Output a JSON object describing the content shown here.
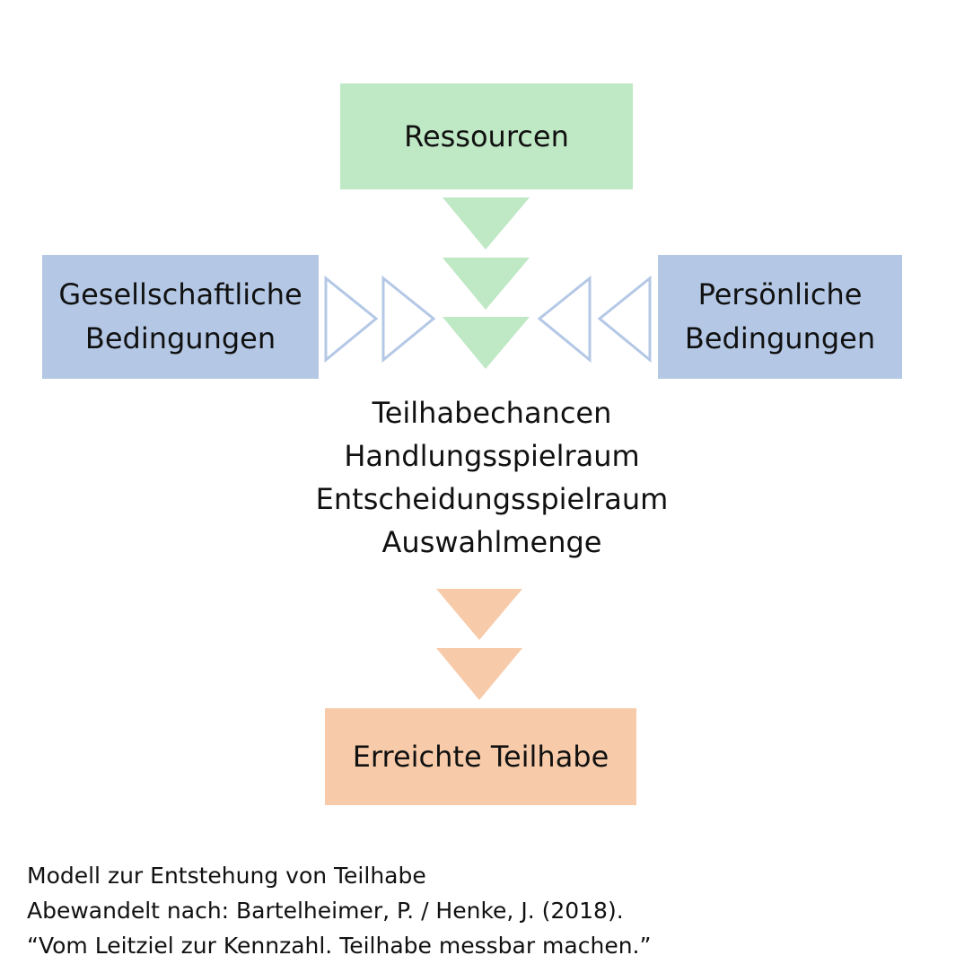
{
  "boxes": {
    "ressourcen": "Ressourcen",
    "gesellschaftlich": [
      "Gesellschaftliche",
      "Bedingungen"
    ],
    "persoenlich": [
      "Persönliche",
      "Bedingungen"
    ],
    "erreichte": "Erreichte Teilhabe"
  },
  "center_lines": [
    "Teilhabechancen",
    "Handlungsspielraum",
    "Entscheidungsspielraum",
    "Auswahlmenge"
  ],
  "footer_lines": [
    "Modell zur Entstehung von Teilhabe",
    "Abewandelt nach: Bartelheimer, P. / Henke, J. (2018).",
    "“Vom Leitziel zur Kennzahl. Teilhabe messbar machen.”"
  ],
  "colors": {
    "green": "#bfe8c4",
    "blue": "#b4c8e6",
    "blue_outline": "#b4c8e6",
    "orange": "#f7cba9"
  },
  "arrows": {
    "green_down": 3,
    "blue_right_outline": 2,
    "blue_left_outline": 2,
    "orange_down": 2
  }
}
